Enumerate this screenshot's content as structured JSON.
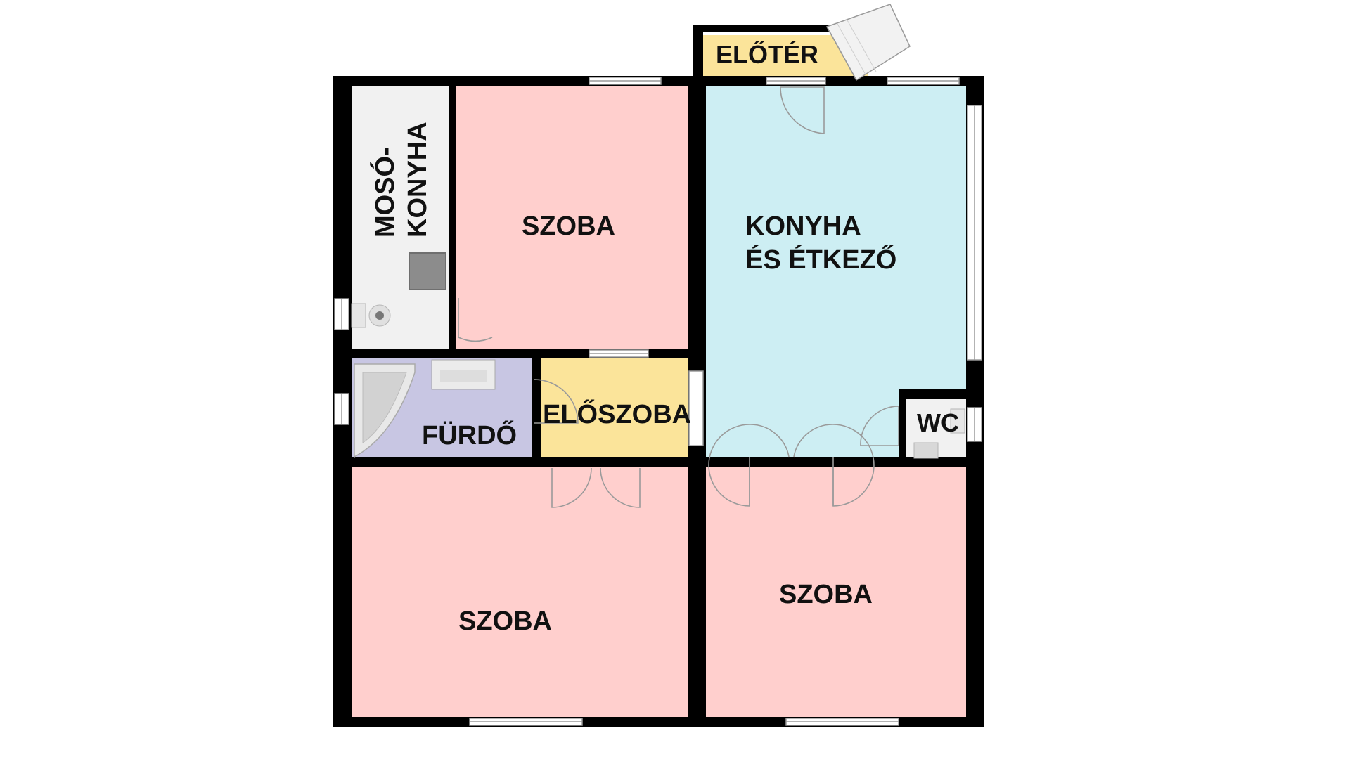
{
  "rooms": {
    "mosokonyha": {
      "line1": "MOSÓ-",
      "line2": "KONYHA"
    },
    "szoba_top": {
      "label": "SZOBA"
    },
    "konyha": {
      "line1": "KONYHA",
      "line2": "ÉS ÉTKEZŐ"
    },
    "eloter": {
      "label": "ELŐTÉR"
    },
    "furdo": {
      "label": "FÜRDŐ"
    },
    "eloszoba": {
      "label": "ELŐSZOBA"
    },
    "wc": {
      "label": "WC"
    },
    "szoba_bottom_left": {
      "label": "SZOBA"
    },
    "szoba_bottom_right": {
      "label": "SZOBA"
    }
  },
  "colors": {
    "wall": "#000000",
    "bedroom": "#ffcfcd",
    "kitchen": "#cdeef3",
    "hall": "#fbe49a",
    "bath": "#c8c6e3",
    "utility": "#f1f1f1",
    "fixture": "#8c8c8c"
  }
}
